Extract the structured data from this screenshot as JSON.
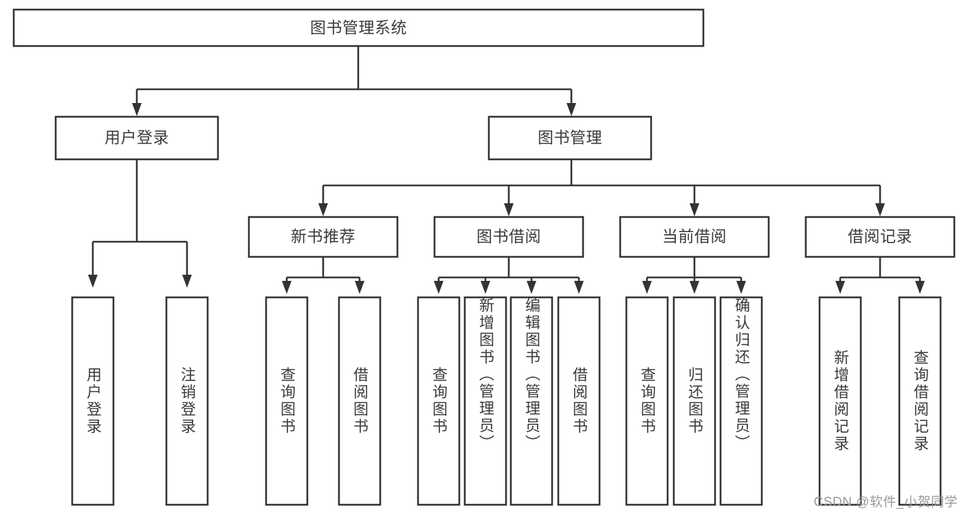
{
  "diagram": {
    "type": "tree",
    "title_node": {
      "label": "图书管理系统"
    },
    "level2": [
      {
        "label": "用户登录"
      },
      {
        "label": "图书管理"
      }
    ],
    "level3": [
      {
        "label": "新书推荐"
      },
      {
        "label": "图书借阅"
      },
      {
        "label": "当前借阅"
      },
      {
        "label": "借阅记录"
      }
    ],
    "leaves": {
      "user_login": [
        {
          "label": "用户登录"
        },
        {
          "label": "注销登录"
        }
      ],
      "new_book_recommend": [
        {
          "label": "查询图书"
        },
        {
          "label": "借阅图书"
        }
      ],
      "book_borrow": [
        {
          "label": "查询图书"
        },
        {
          "label": "新增图书（管理员）"
        },
        {
          "label": "编辑图书（管理员）"
        },
        {
          "label": "借阅图书"
        }
      ],
      "current_borrow": [
        {
          "label": "查询图书"
        },
        {
          "label": "归还图书"
        },
        {
          "label": "确认归还（管理员）"
        }
      ],
      "borrow_record": [
        {
          "label": "新增借阅记录"
        },
        {
          "label": "查询借阅记录"
        }
      ]
    }
  },
  "watermark": {
    "text": "CSDN @软件_小贺同学"
  },
  "colors": {
    "stroke": "#333333",
    "text": "#3b3b3b",
    "background": "#ffffff",
    "watermark": "#9a9a9a"
  }
}
